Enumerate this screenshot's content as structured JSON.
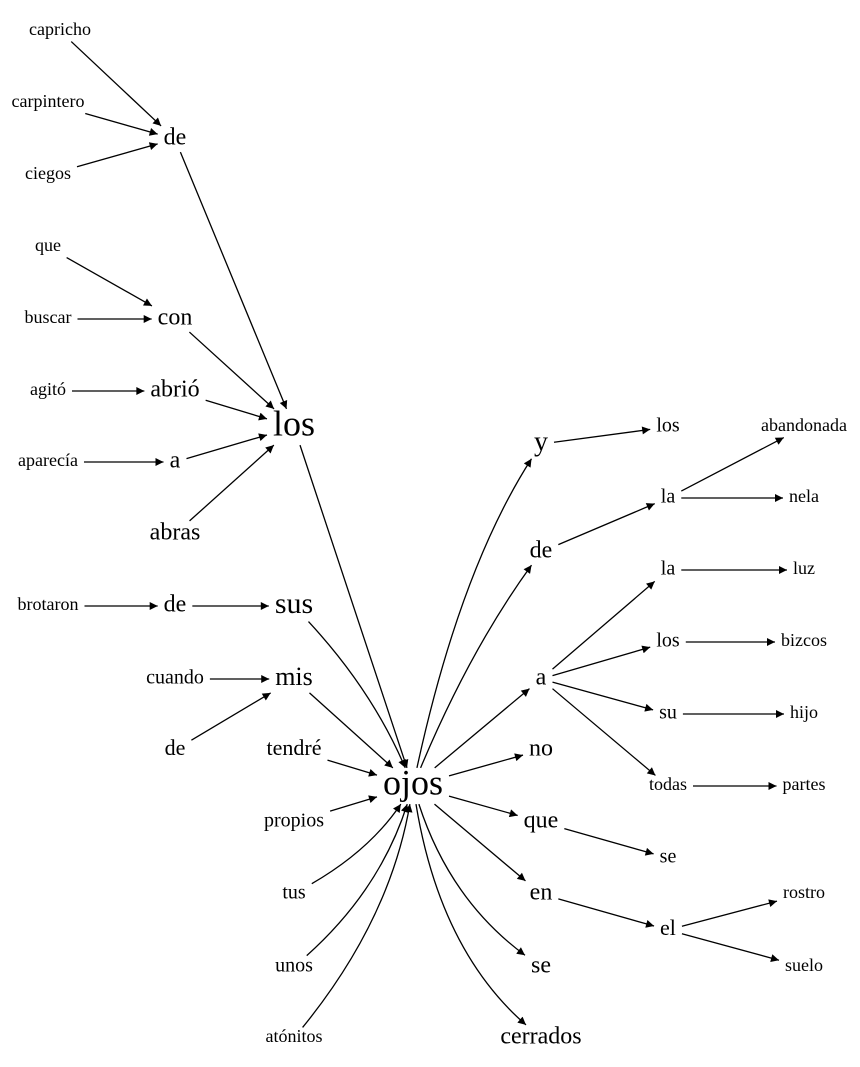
{
  "root_word": "ojos",
  "nodes": {
    "capricho": "capricho",
    "carpintero": "carpintero",
    "ciegos": "ciegos",
    "de1": "de",
    "que1": "que",
    "buscar": "buscar",
    "con": "con",
    "agito": "agitó",
    "abrio": "abrió",
    "aparecia": "aparecía",
    "a1": "a",
    "abras": "abras",
    "los1": "los",
    "brotaron": "brotaron",
    "de2": "de",
    "sus": "sus",
    "cuando": "cuando",
    "mis": "mis",
    "de3": "de",
    "tendre": "tendré",
    "propios": "propios",
    "tus": "tus",
    "unos": "unos",
    "atonitos": "atónitos",
    "ojos": "ojos",
    "y": "y",
    "de4": "de",
    "a2": "a",
    "no": "no",
    "que2": "que",
    "en": "en",
    "se1": "se",
    "cerrados": "cerrados",
    "los2": "los",
    "la1": "la",
    "la2": "la",
    "los3": "los",
    "su": "su",
    "todas": "todas",
    "se2": "se",
    "el": "el",
    "abandonada": "abandonada",
    "nela": "nela",
    "luz": "luz",
    "bizcos": "bizcos",
    "hijo": "hijo",
    "partes": "partes",
    "rostro": "rostro",
    "suelo": "suelo"
  },
  "edges": [
    [
      "capricho",
      "de1"
    ],
    [
      "carpintero",
      "de1"
    ],
    [
      "ciegos",
      "de1"
    ],
    [
      "de1",
      "los1"
    ],
    [
      "que1",
      "con"
    ],
    [
      "buscar",
      "con"
    ],
    [
      "con",
      "los1"
    ],
    [
      "agito",
      "abrio"
    ],
    [
      "abrio",
      "los1"
    ],
    [
      "aparecia",
      "a1"
    ],
    [
      "a1",
      "los1"
    ],
    [
      "abras",
      "los1"
    ],
    [
      "los1",
      "ojos"
    ],
    [
      "brotaron",
      "de2"
    ],
    [
      "de2",
      "sus"
    ],
    [
      "sus",
      "ojos"
    ],
    [
      "cuando",
      "mis"
    ],
    [
      "de3",
      "mis"
    ],
    [
      "mis",
      "ojos"
    ],
    [
      "tendre",
      "ojos"
    ],
    [
      "propios",
      "ojos"
    ],
    [
      "tus",
      "ojos"
    ],
    [
      "unos",
      "ojos"
    ],
    [
      "atonitos",
      "ojos"
    ],
    [
      "ojos",
      "y"
    ],
    [
      "ojos",
      "de4"
    ],
    [
      "ojos",
      "a2"
    ],
    [
      "ojos",
      "no"
    ],
    [
      "ojos",
      "que2"
    ],
    [
      "ojos",
      "en"
    ],
    [
      "ojos",
      "se1"
    ],
    [
      "ojos",
      "cerrados"
    ],
    [
      "y",
      "los2"
    ],
    [
      "de4",
      "la1"
    ],
    [
      "la1",
      "abandonada"
    ],
    [
      "la1",
      "nela"
    ],
    [
      "a2",
      "la2"
    ],
    [
      "a2",
      "los3"
    ],
    [
      "a2",
      "su"
    ],
    [
      "a2",
      "todas"
    ],
    [
      "la2",
      "luz"
    ],
    [
      "los3",
      "bizcos"
    ],
    [
      "su",
      "hijo"
    ],
    [
      "todas",
      "partes"
    ],
    [
      "que2",
      "se2"
    ],
    [
      "en",
      "el"
    ],
    [
      "el",
      "rostro"
    ],
    [
      "el",
      "suelo"
    ]
  ]
}
